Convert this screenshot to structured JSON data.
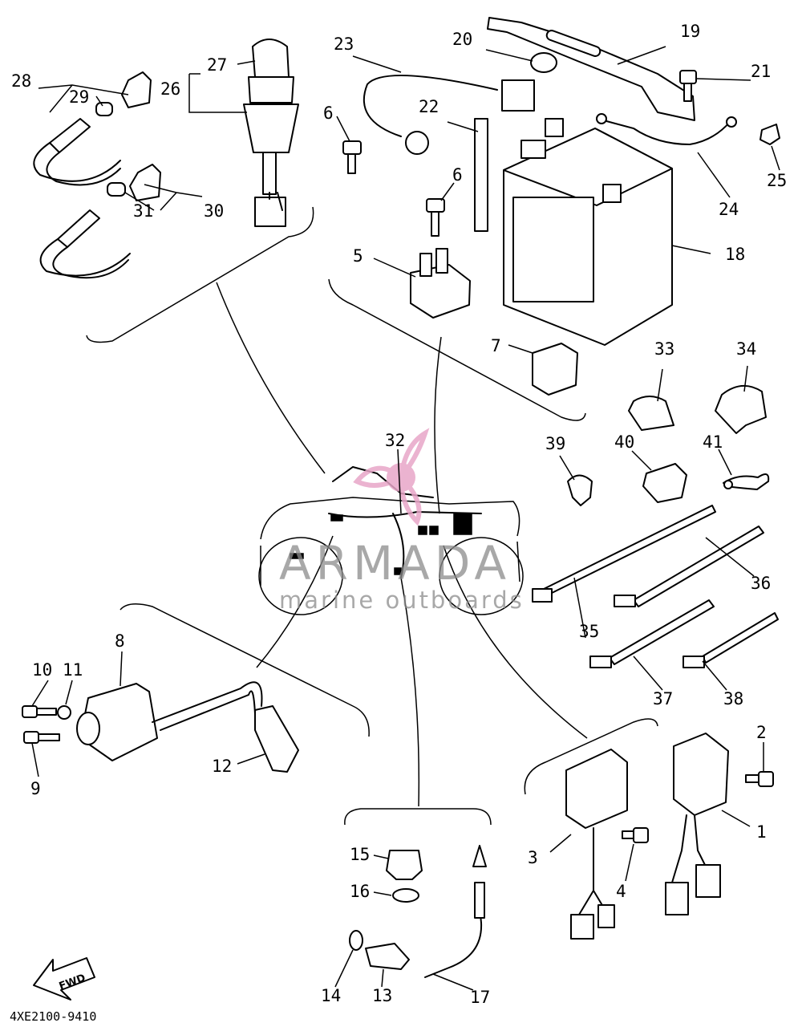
{
  "diagram": {
    "document_code": "4XE2100-9410",
    "forward_arrow_text": "FWD",
    "callouts": [
      "1",
      "2",
      "3",
      "4",
      "5",
      "6",
      "6",
      "7",
      "8",
      "9",
      "10",
      "11",
      "12",
      "13",
      "14",
      "15",
      "16",
      "17",
      "18",
      "19",
      "20",
      "21",
      "22",
      "23",
      "24",
      "25",
      "26",
      "27",
      "28",
      "29",
      "30",
      "31",
      "32",
      "33",
      "34",
      "35",
      "36",
      "37",
      "38",
      "39",
      "40",
      "41"
    ]
  },
  "watermark": {
    "brand": "ARMADA",
    "tagline": "marine outboards",
    "accent_color": "#e8a6c8"
  },
  "colors": {
    "ink": "#000000",
    "paper": "#ffffff",
    "watermark": "#8c8c8c"
  }
}
